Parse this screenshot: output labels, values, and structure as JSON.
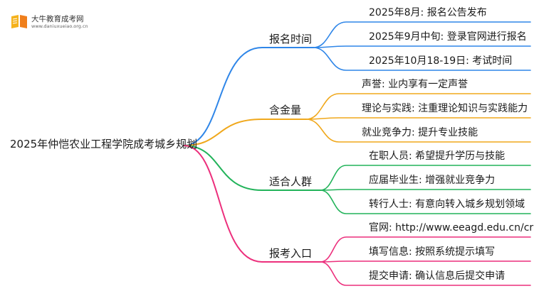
{
  "brand": {
    "name": "大牛教育成考网",
    "url": "www.daniuxueiao.org.cn"
  },
  "root": "2025年仲恺农业工程学院成考城乡规划",
  "branches": [
    {
      "label": "报名时间",
      "color": "#2f86e8",
      "leaves": [
        "2025年8月: 报名公告发布",
        "2025年9月中旬: 登录官网进行报名",
        "2025年10月18-19日: 考试时间"
      ]
    },
    {
      "label": "含金量",
      "color": "#f0a81c",
      "leaves": [
        "声誉: 业内享有一定声誉",
        "理论与实践: 注重理论知识与实践能力",
        "就业竞争力: 提升专业技能"
      ]
    },
    {
      "label": "适合人群",
      "color": "#22b35a",
      "leaves": [
        "在职人员: 希望提升学历与技能",
        "应届毕业生: 增强就业竞争力",
        "转行人士: 有意向转入城乡规划领域"
      ]
    },
    {
      "label": "报考入口",
      "color": "#ec2f7c",
      "leaves": [
        "官网: http://www.eeagd.edu.cn/cr",
        "填写信息: 按照系统提示填写",
        "提交申请: 确认信息后提交申请"
      ]
    }
  ]
}
